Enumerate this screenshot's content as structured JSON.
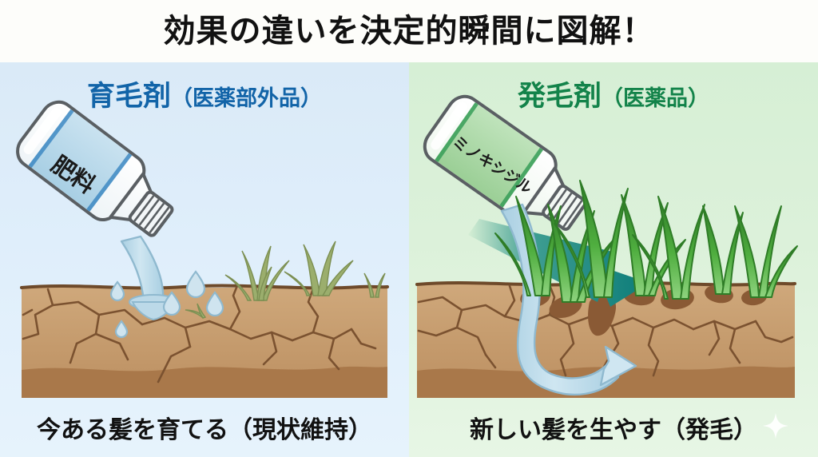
{
  "title": "効果の違いを決定的瞬間に図解！",
  "panels": {
    "left": {
      "heading_main": "育毛剤",
      "heading_sub": "（医薬部外品）",
      "bottle_label": "肥料",
      "caption": "今ある髪を育てる（現状維持）",
      "accent_color": "#1264a8",
      "background_color": "#dfeefb",
      "soil_color": "#c9a173",
      "soil_deep_color": "#a9784a",
      "grass_color": "#96a868",
      "water_color": "#bcd9e8",
      "bottle_label_color": "#b8d8ea"
    },
    "right": {
      "heading_main": "発毛剤",
      "heading_sub": "（医薬品）",
      "bottle_label": "ミノキシジル",
      "caption": "新しい髪を生やす（発毛）",
      "sparkle_icon": "sparkle-star",
      "accent_color": "#13834a",
      "background_color": "#dcf1da",
      "soil_color": "#c9a173",
      "soil_deep_color": "#a9784a",
      "grass_color": "#4fae3f",
      "grass_dark_color": "#2f7d27",
      "root_color": "#8a5a35",
      "water_color": "#bcd9e8",
      "arrow_color": "#0c7c79",
      "bottle_label_color": "#a9d9a5"
    }
  }
}
